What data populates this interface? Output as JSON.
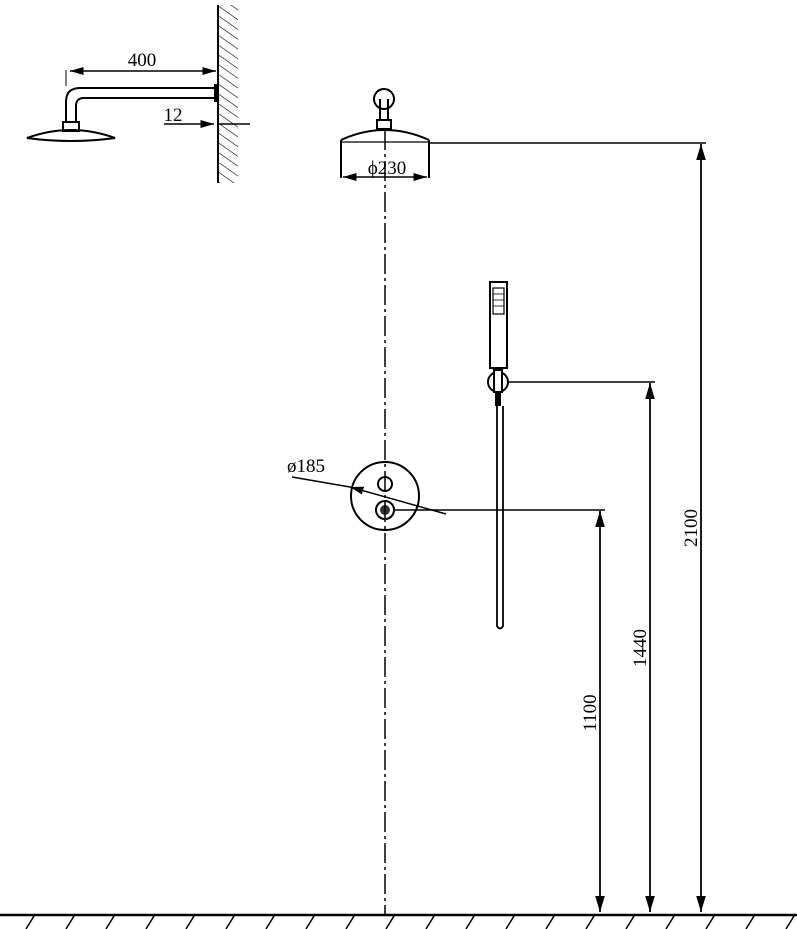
{
  "dimensions": {
    "arm_length": "400",
    "wall_offset": "12",
    "head_diameter": "ϕ230",
    "plate_diameter": "ø185",
    "valve_height": "1100",
    "holder_height": "1440",
    "head_height": "2100"
  },
  "colors": {
    "line": "#000000",
    "background": "#ffffff"
  }
}
